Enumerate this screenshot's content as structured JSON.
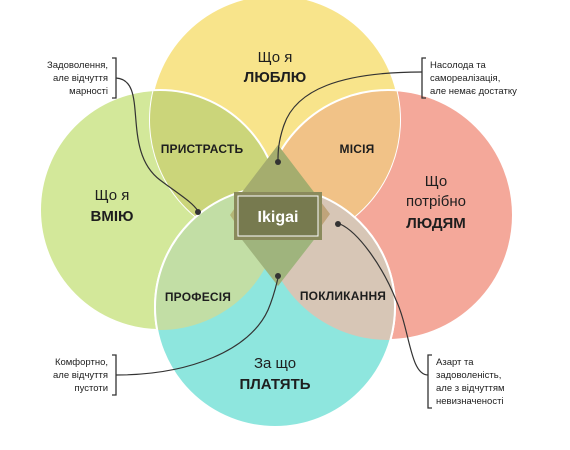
{
  "diagram": {
    "circles": {
      "love": {
        "line1": "Що я",
        "line2": "ЛЮБЛЮ",
        "color": "#f8e48b"
      },
      "good": {
        "line1": "Що я",
        "line2": "ВМІЮ",
        "color": "#d3e89a"
      },
      "world": {
        "line1": "Що",
        "line2": "потрібно",
        "line3": "ЛЮДЯМ",
        "color": "#f4a89a"
      },
      "paid": {
        "line1": "За що",
        "line2": "ПЛАТЯТЬ",
        "color": "#8ee6de"
      }
    },
    "overlaps": {
      "passion": "ПРИСТРАСТЬ",
      "mission": "МІСІЯ",
      "profession": "ПРОФЕСІЯ",
      "vocation": "ПОКЛИКАННЯ"
    },
    "center": "Ikigai",
    "notes": {
      "top_left": [
        "Задоволення,",
        "але відчуття",
        "марності"
      ],
      "top_right": [
        "Насолода та",
        "самореалізація,",
        "але немає достатку"
      ],
      "bottom_left": [
        "Комфортно,",
        "але відчуття",
        "пустоти"
      ],
      "bottom_right": [
        "Азарт та",
        "задоволеність,",
        "але з відчуттям",
        "невизначеності"
      ]
    }
  }
}
